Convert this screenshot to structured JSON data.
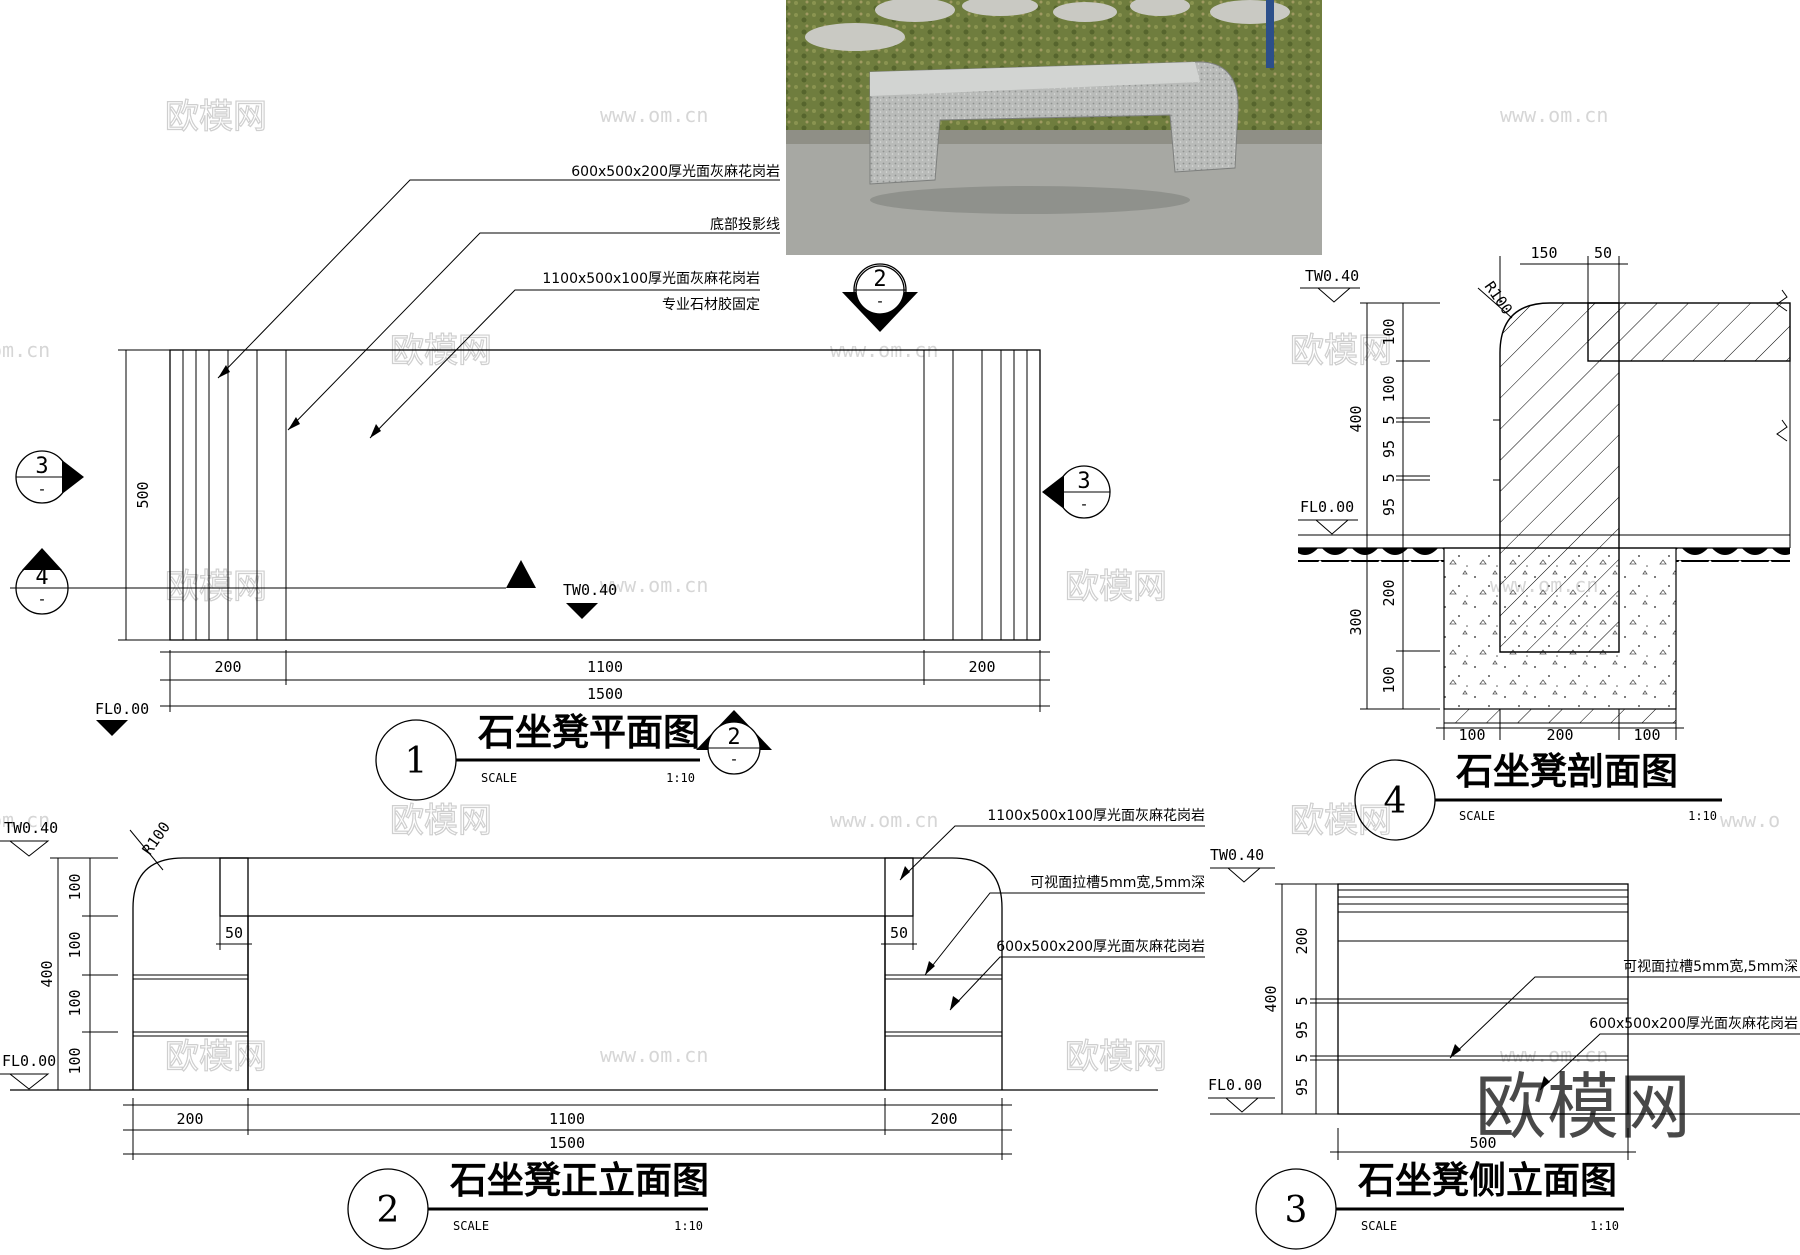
{
  "plan": {
    "note_slab": "600x500x200厚光面灰麻花岗岩",
    "note_projection": "底部投影线",
    "note_seat": "1100x500x100厚光面灰麻花岗岩",
    "note_glue": "专业石材胶固定",
    "dim_200a": "200",
    "dim_1100": "1100",
    "dim_200b": "200",
    "dim_1500": "1500",
    "dim_500": "500",
    "level_tw": "TW0.40",
    "level_fl": "FL0.00",
    "marker_2": "2",
    "marker_3": "3",
    "marker_4": "4",
    "marker_sub": "-",
    "title": "石坐凳平面图",
    "number": "1",
    "scale_label": "SCALE",
    "scale_value": "1:10"
  },
  "elevation": {
    "note_seat": "1100x500x100厚光面灰麻花岗岩",
    "note_groove": "可视面拉槽5mm宽,5mm深",
    "note_slab": "600x500x200厚光面灰麻花岗岩",
    "radius": "R100",
    "dim_50": "50",
    "heights": [
      "100",
      "100",
      "100",
      "100"
    ],
    "dim_400": "400",
    "dim_200a": "200",
    "dim_1100": "1100",
    "dim_200b": "200",
    "dim_1500": "1500",
    "level_tw": "TW0.40",
    "level_fl": "FL0.00",
    "title": "石坐凳正立面图",
    "number": "2",
    "scale_label": "SCALE",
    "scale_value": "1:10"
  },
  "section": {
    "dim_150": "150",
    "dim_50": "50",
    "radius": "R100",
    "heights": [
      "100",
      "100",
      "5",
      "95",
      "5",
      "95"
    ],
    "dim_400": "400",
    "below": [
      "200",
      "100"
    ],
    "dim_300": "300",
    "bottom": [
      "100",
      "200",
      "100"
    ],
    "level_tw": "TW0.40",
    "level_fl": "FL0.00",
    "title": "石坐凳剖面图",
    "number": "4",
    "scale_label": "SCALE",
    "scale_value": "1:10"
  },
  "side": {
    "note_groove": "可视面拉槽5mm宽,5mm深",
    "note_slab": "600x500x200厚光面灰麻花岗岩",
    "heights": [
      "200",
      "5",
      "95",
      "5",
      "95"
    ],
    "dim_400": "400",
    "dim_500": "500",
    "level_tw": "TW0.40",
    "level_fl": "FL0.00",
    "title": "石坐凳侧立面图",
    "number": "3",
    "scale_label": "SCALE",
    "scale_value": "1:10"
  },
  "watermark": {
    "logo": "欧模网",
    "url": "www.om.cn",
    "url_partial": "om.cn",
    "url_partial2": "www.o"
  },
  "photo": {
    "subject": "granite bench photo"
  }
}
